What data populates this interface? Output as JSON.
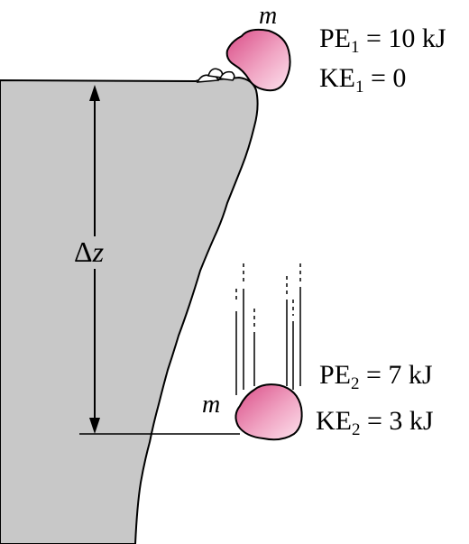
{
  "colors": {
    "cliff_fill": "#c8c8c8",
    "rock_fill": "#e8709c",
    "rock_highlight": "#fbd7e4",
    "outline": "#000000"
  },
  "top_rock": {
    "mass_label": "m",
    "pe": {
      "symbol": "PE",
      "subscript": "1",
      "value": "= 10 kJ"
    },
    "ke": {
      "symbol": "KE",
      "subscript": "1",
      "value": "= 0"
    }
  },
  "bottom_rock": {
    "mass_label": "m",
    "pe": {
      "symbol": "PE",
      "subscript": "2",
      "value": "= 7 kJ"
    },
    "ke": {
      "symbol": "KE",
      "subscript": "2",
      "value": "= 3 kJ"
    }
  },
  "height_label": {
    "delta": "Δ",
    "variable": "z"
  }
}
